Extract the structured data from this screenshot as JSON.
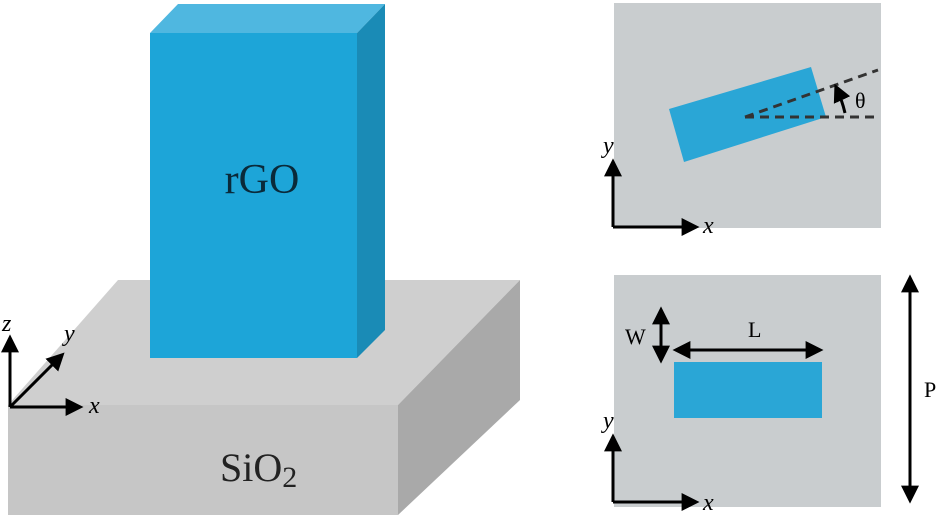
{
  "labels": {
    "rgo": "rGO",
    "substrate": "SiO2",
    "axis_x": "x",
    "axis_y": "y",
    "axis_z": "z",
    "theta": "θ",
    "width": "W",
    "length": "L",
    "period": "P"
  },
  "colors": {
    "rgo_front": "#1da5d8",
    "rgo_top": "#4fb7e0",
    "rgo_side": "#1a8bb6",
    "sio2_top": "#cfcfcf",
    "sio2_front": "#c6c6c6",
    "sio2_side": "#a9a9a9",
    "panel": "#c9cdcf",
    "rect": "#2aa6d6",
    "ink": "#000000"
  }
}
